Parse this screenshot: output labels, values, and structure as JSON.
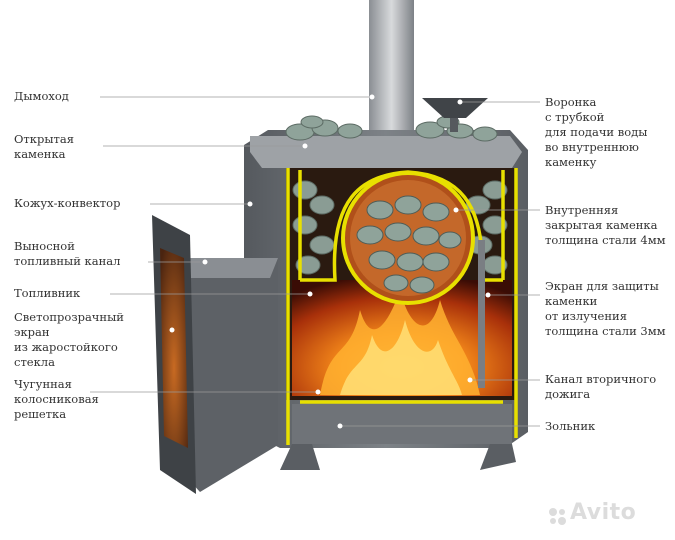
{
  "labels_left": [
    {
      "id": "chimney",
      "text": "Дымоход"
    },
    {
      "id": "open-heater",
      "text": "Открытая\nкаменка"
    },
    {
      "id": "convector-casing",
      "text": "Кожух-конвектор"
    },
    {
      "id": "remote-fuel-channel",
      "text": "Выносной\nтопливный канал"
    },
    {
      "id": "firebox",
      "text": "Топливник"
    },
    {
      "id": "glass-screen",
      "text": "Светопрозрачный\nэкран\nиз жаростойкого\nстекла"
    },
    {
      "id": "cast-iron-grate",
      "text": "Чугунная\nколосниковая\nрешетка"
    }
  ],
  "labels_right": [
    {
      "id": "water-funnel",
      "text": "Воронка\nс трубкой\nдля подачи воды\nво внутреннюю\nкаменку"
    },
    {
      "id": "inner-closed-heater",
      "text": "Внутренняя\nзакрытая каменка\nтолщина стали 4мм"
    },
    {
      "id": "heater-screen",
      "text": "Экран для защиты\nкаменки\nот излучения\nтолщина стали 3мм"
    },
    {
      "id": "afterburn-channel",
      "text": "Канал вторичного\nдожига"
    },
    {
      "id": "ash-pan",
      "text": "Зольник"
    }
  ],
  "watermark": "Avito",
  "colors": {
    "accent_yellow": "#e8e000",
    "fire": "#f07a10",
    "steel": "#6f7378",
    "leader": "#9a9a9a"
  }
}
